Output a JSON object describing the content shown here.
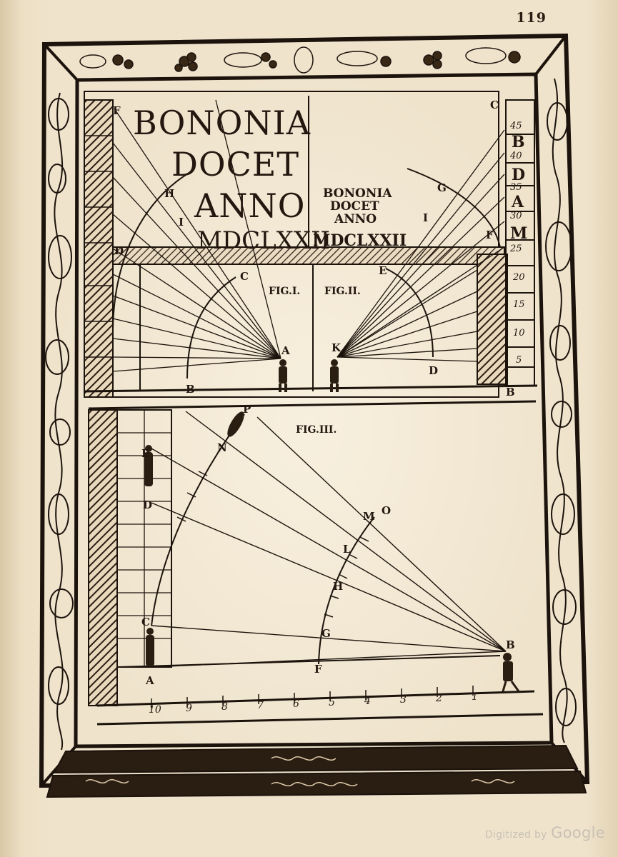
{
  "page_number": "119",
  "watermark": {
    "prefix": "Digitized by",
    "brand": "Google"
  },
  "inscription_large": {
    "line1": "BONONIA",
    "line2": "DOCET",
    "line3": "ANNO",
    "line4": "MDCLXXII"
  },
  "inscription_small": {
    "line1": "BONONIA",
    "line2": "DOCET",
    "line3": "ANNO",
    "line4": "MDCLXXII"
  },
  "figures": {
    "fig1": {
      "caption": "FIG.I.",
      "labels": {
        "F": "F",
        "H": "H",
        "I": "I",
        "D": "D",
        "C": "C",
        "B": "B",
        "A": "A"
      }
    },
    "fig2": {
      "caption": "FIG.II.",
      "labels": {
        "C": "C",
        "G": "G",
        "I": "I",
        "F": "F",
        "E": "E",
        "K": "K",
        "D": "D",
        "B": "B"
      }
    },
    "fig3": {
      "caption": "FIG.III.",
      "labels": {
        "E": "E",
        "D": "D",
        "C": "C",
        "A": "A",
        "P": "P",
        "N": "N",
        "O": "O",
        "M": "M",
        "L": "L",
        "H": "H",
        "G": "G",
        "F": "F",
        "B": "B"
      }
    }
  },
  "scale_letters": {
    "s45": "45",
    "sB": "B",
    "s40": "40",
    "sD": "D",
    "s35": "35",
    "sA": "A",
    "s30": "30",
    "sM": "M",
    "s25": "25",
    "s20": "20",
    "s15": "15",
    "s10": "10",
    "s5": "5"
  },
  "ground_scale": {
    "n10": "10",
    "n9": "9",
    "n8": "8",
    "n7": "7",
    "n6": "6",
    "n5": "5",
    "n4": "4",
    "n3": "3",
    "n2": "2",
    "n1": "1"
  }
}
